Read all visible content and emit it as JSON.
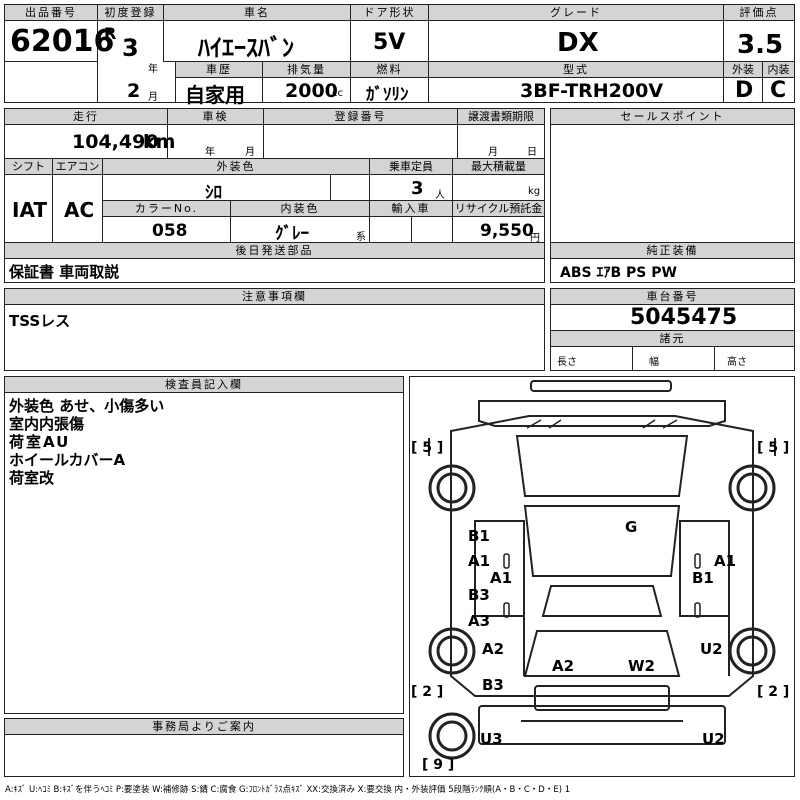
{
  "headers": {
    "shuppin": "出品番号",
    "shodo": "初度登録",
    "shamei": "車名",
    "door": "ドア形状",
    "grade": "グレード",
    "hyoka": "評価点",
    "shareki": "車歴",
    "haiki": "排気量",
    "nenryo": "燃料",
    "katashiki": "型式",
    "gaiso_pt": "外装",
    "naiso_pt": "内装",
    "sokou": "走行",
    "shaken": "車検",
    "toroku": "登録番号",
    "joto": "譲渡書類期限",
    "shift": "シフト",
    "aircon": "エアコン",
    "gaisoshoku": "外装色",
    "teiin": "乗車定員",
    "saidai": "最大積載量",
    "color_no": "カラーNo.",
    "naisoshoku": "内装色",
    "yunyu": "輸入車",
    "recycle": "リサイクル預託金",
    "gojitsu": "後日発送部品",
    "sales": "セールスポイント",
    "junsei": "純正装備",
    "chui": "注意事項欄",
    "shadai": "車台番号",
    "shogen": "諸元",
    "kensa": "検査員記入欄",
    "jimu": "事務局よりご案内"
  },
  "vehicle": {
    "lot_no": "62016",
    "era_mark": "R",
    "reg_year": "3",
    "reg_month": "2",
    "unit_nen": "年",
    "unit_gatsu": "月",
    "name": "ﾊｲｴｰｽﾊﾞﾝ",
    "doors": "5V",
    "grade": "DX",
    "score": "3.5",
    "history": "自家用",
    "displacement": "2000",
    "unit_cc": "cc",
    "fuel": "ｶﾞｿﾘﾝ",
    "model_code": "3BF-TRH200V",
    "ext_grade": "D",
    "int_grade": "C",
    "mileage": "104,490",
    "unit_km": "km",
    "shaken_nen": "年",
    "shaken_gatsu": "月",
    "joto_gatsu": "月",
    "joto_hi": "日",
    "shift": "IAT",
    "aircon": "AC",
    "color": "ｼﾛ",
    "capacity": "3",
    "unit_nin": "人",
    "unit_kg": "kg",
    "color_no": "058",
    "interior_color": "ｸﾞﾚｰ",
    "unit_kei": "系",
    "recycle": "9,550",
    "unit_yen": "円",
    "later_parts": "保証書 車両取説",
    "equipment": "ABS ｴｱB PS PW",
    "notes": "TSSレス",
    "chassis_no": "5045475",
    "dim_length": "長さ",
    "dim_width": "幅",
    "dim_height": "高さ"
  },
  "inspector_notes": [
    "外装色 あせ、小傷多い",
    "室内内張傷",
    "荷室AU",
    "ホイールカバーA",
    "荷室改"
  ],
  "diagram": {
    "tire_fl": "[ 5 ]",
    "tire_fr": "[ 5 ]",
    "tire_rl": "[ 2 ]",
    "tire_rr": "[ 2 ]",
    "spare": "[ 9 ]",
    "marks": [
      {
        "id": "g",
        "text": "G"
      },
      {
        "id": "b1_l",
        "text": "B1"
      },
      {
        "id": "a1_l",
        "text": "A1"
      },
      {
        "id": "a1_lc",
        "text": "A1"
      },
      {
        "id": "b3_l",
        "text": "B3"
      },
      {
        "id": "a3_l",
        "text": "A3"
      },
      {
        "id": "a2_l",
        "text": "A2"
      },
      {
        "id": "b3_l2",
        "text": "B3"
      },
      {
        "id": "a2_c",
        "text": "A2"
      },
      {
        "id": "w2_c",
        "text": "W2"
      },
      {
        "id": "a1_r",
        "text": "A1"
      },
      {
        "id": "b1_r",
        "text": "B1"
      },
      {
        "id": "u2_r",
        "text": "U2"
      },
      {
        "id": "u3_l",
        "text": "U3"
      },
      {
        "id": "u2_r2",
        "text": "U2"
      }
    ]
  },
  "legend": "A:ｷｽﾞ U:ﾍｺﾐ B:ｷｽﾞを伴うﾍｺﾐ P:要塗装 W:補修跡 S:錆 C:腐食 G:ﾌﾛﾝﾄｶﾞﾗｽ点ｷｽﾞ XX:交換済み X:要交換 内・外装評価 5段階ﾗﾝｸ順(A・B・C・D・E) 1"
}
